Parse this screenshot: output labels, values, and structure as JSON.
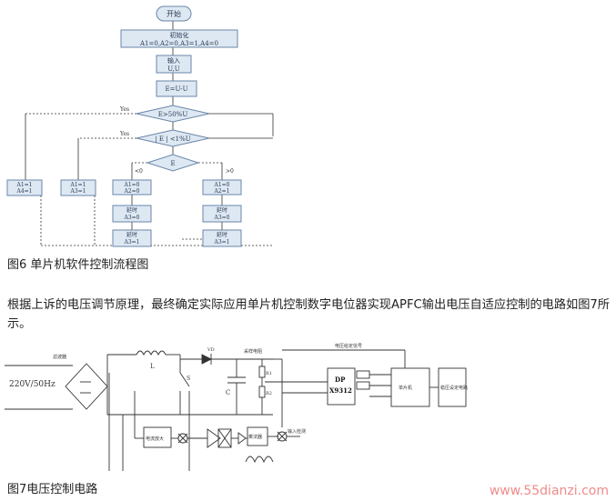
{
  "flowchart": {
    "start": "开始",
    "init_title": "初始化",
    "init_values": "A1=0,A2=0,A3=1,A4=0",
    "input_title": "输入",
    "input_values": "U,U",
    "error_calc": "E=U-U",
    "decision1": "E>50%U",
    "decision1_yes": "Yes",
    "decision2": "| E | <1%U",
    "decision2_yes": "Yes",
    "decision3": "E",
    "decision3_left": "<0",
    "decision3_right": ">0",
    "box_a1": [
      "A1=1",
      "A4=1"
    ],
    "box_a2": [
      "A1=1",
      "A3=1"
    ],
    "box_a3": [
      "A1=0",
      "A2=0"
    ],
    "box_a4": [
      "A1=0",
      "A2=1"
    ],
    "box_delay_left": "延时",
    "box_a3_0": "A3=0",
    "box_delay_left2": "延时",
    "box_a3_1_left": "A3=1",
    "box_delay_right": "延时",
    "box_a3_0_right": "A3=0",
    "box_delay_right2": "延时",
    "box_a3_1_right": "A3=1"
  },
  "fig6_caption": "图6 单片机软件控制流程图",
  "paragraph": "根据上诉的电压调节原理，最终确定实际应用单片机控制数字电位器实现APFC输出电压自适应控制的电路如图7所示。",
  "circuit": {
    "source_label": "220V/50Hz",
    "filter_label": "滤波器",
    "inductor_label": "L",
    "switch_label": "S",
    "diode_label": "VD",
    "cap_label": "C",
    "resistor1_label": "R1",
    "resistor2_label": "R2",
    "sample_label": "采样电阻",
    "dp_title": "DP",
    "dp_part": "X9312",
    "mcu_label": "单片机",
    "regulator_label": "稳压设定电路",
    "current_amp_label": "电流放大",
    "multiplier_label": "乘法器",
    "top_line_label": "电压给定信号",
    "bottom_label": "输入检测"
  },
  "fig7_caption": "图7电压控制电路",
  "watermark": "www.55dianzi.com"
}
